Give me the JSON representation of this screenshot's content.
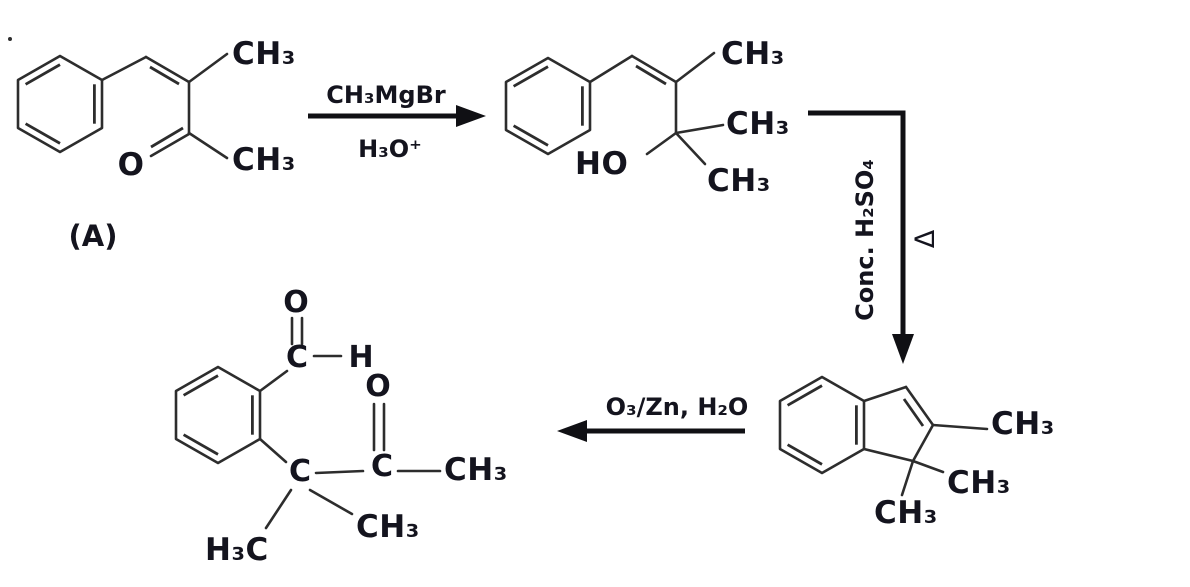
{
  "figure": {
    "type": "chemical-reaction-scheme",
    "background_color": "#ffffff",
    "ink_color": "#14141e",
    "bond_color": "#2d2d2d"
  },
  "compound_a": {
    "name_label": "(A)",
    "methyl_top": "CH₃",
    "methyl_bottom": "CH₃",
    "carbonyl_o": "O"
  },
  "step1": {
    "reagent_above": "CH₃MgBr",
    "reagent_below": "H₃O⁺"
  },
  "compound_b": {
    "hydroxyl": "HO",
    "methyl_top": "CH₃",
    "methyl_right": "CH₃",
    "methyl_bottom": "CH₃"
  },
  "step2": {
    "reagent": "Conc. H₂SO₄",
    "condition": "Δ"
  },
  "compound_c": {
    "methyl_c2": "CH₃",
    "methyl_c1_right": "CH₃",
    "methyl_c1_bottom": "CH₃"
  },
  "step3": {
    "reagent_above": "O₃/Zn, H₂O"
  },
  "compound_d": {
    "aldehyde_o": "O",
    "aldehyde_c": "C",
    "aldehyde_h": "H",
    "benzylic_c": "C",
    "ketone_o": "O",
    "ketone_c": "C",
    "ketone_methyl": "CH₃",
    "methyl_left": "H₃C",
    "methyl_right": "CH₃"
  }
}
